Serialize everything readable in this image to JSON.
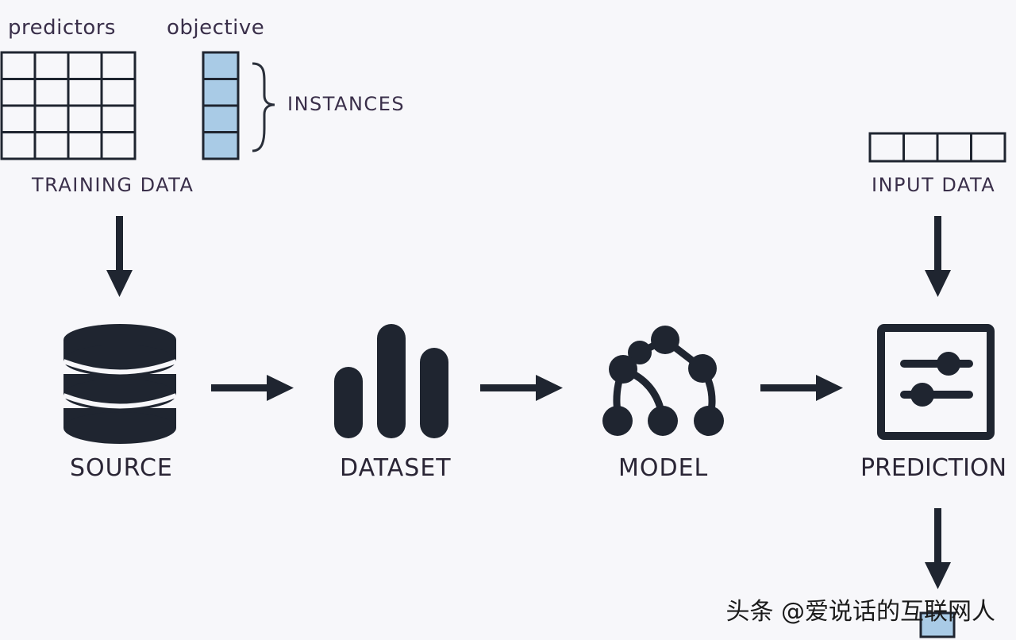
{
  "labels": {
    "predictors": "predictors",
    "objective": "objective",
    "instances": "INSTANCES",
    "training_data": "TRAINING DATA",
    "input_data": "INPUT DATA",
    "source": "SOURCE",
    "dataset": "DATASET",
    "model": "MODEL",
    "prediction": "PREDICTION"
  },
  "watermark": "头条 @爱说话的互联网人",
  "colors": {
    "ink": "#1f2530",
    "text": "#3a2f4a",
    "cell_fill": "#a9cbe6",
    "background": "#f7f7fa"
  },
  "icons": {
    "source": "database-icon",
    "dataset": "bar-chart-icon",
    "model": "tree-graph-icon",
    "prediction": "sliders-icon"
  }
}
